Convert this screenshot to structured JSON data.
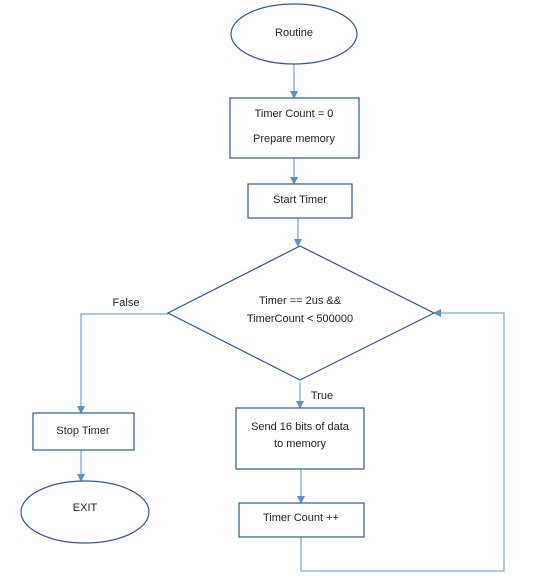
{
  "colors": {
    "shape_stroke": "#2f5597",
    "connector": "#5b8fd1",
    "text": "#1f1f1f",
    "background": "#ffffff"
  },
  "nodes": {
    "routine": {
      "label": "Routine"
    },
    "init": {
      "line1": "Timer Count = 0",
      "line2": "Prepare memory"
    },
    "start_timer": {
      "label": "Start Timer"
    },
    "decision": {
      "line1": "Timer == 2us &&",
      "line2": "TimerCount < 500000"
    },
    "stop_timer": {
      "label": "Stop Timer"
    },
    "exit": {
      "label": "EXIT"
    },
    "send_data": {
      "line1": "Send 16 bits of data",
      "line2": "to memory"
    },
    "increment": {
      "label": "Timer Count ++"
    }
  },
  "edges": {
    "false_label": "False",
    "true_label": "True"
  }
}
